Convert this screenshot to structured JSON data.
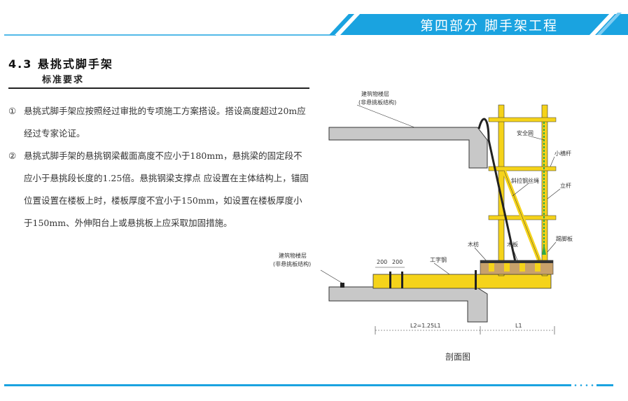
{
  "header": {
    "section_tag": "第四部分 脚手架工程",
    "colors": {
      "accent": "#1aa3e0",
      "light": "#7fcdf2"
    }
  },
  "title": "4.3 悬挑式脚手架",
  "subtitle": "标准要求",
  "requirements": [
    {
      "num": "①",
      "text": "悬挑式脚手架应按照经过审批的专项施工方案搭设。搭设高度超过20m应经过专家论证。"
    },
    {
      "num": "②",
      "text": "悬挑式脚手架的悬挑钢梁截面高度不应小于180mm，悬挑梁的固定段不应小于悬挑段长度的1.25倍。悬挑钢梁支撑点 应设置在主体结构上，锚固位置设置在楼板上时，楼板厚度不宜小于150mm，如设置在楼板厚度小于150mm、外伸阳台上或悬挑板上应采取加固措施。"
    }
  ],
  "diagram": {
    "labels": {
      "top_slab": "建筑物楼层",
      "top_slab_note": "(非悬挑板结构)",
      "bottom_slab": "建筑物楼层",
      "bottom_slab_note": "(非悬挑板结构)",
      "safety_net": "安全网",
      "small_cross_bar": "小横杆",
      "wire_rope": "斜拉钢丝绳",
      "upright": "立杆",
      "toe_board": "踢脚板",
      "wood_purlin": "木枋",
      "wood_board": "木板",
      "i_beam": "工字钢",
      "spacing_1": "200",
      "spacing_2": "200",
      "dim_fixed": "L2=1.25L1",
      "dim_cantilever": "L1"
    },
    "colors": {
      "steel": "#f5d31a",
      "concrete": "#c8c8c8",
      "net": "#2eaa4a",
      "line": "#333333"
    }
  },
  "caption": "剖面图"
}
